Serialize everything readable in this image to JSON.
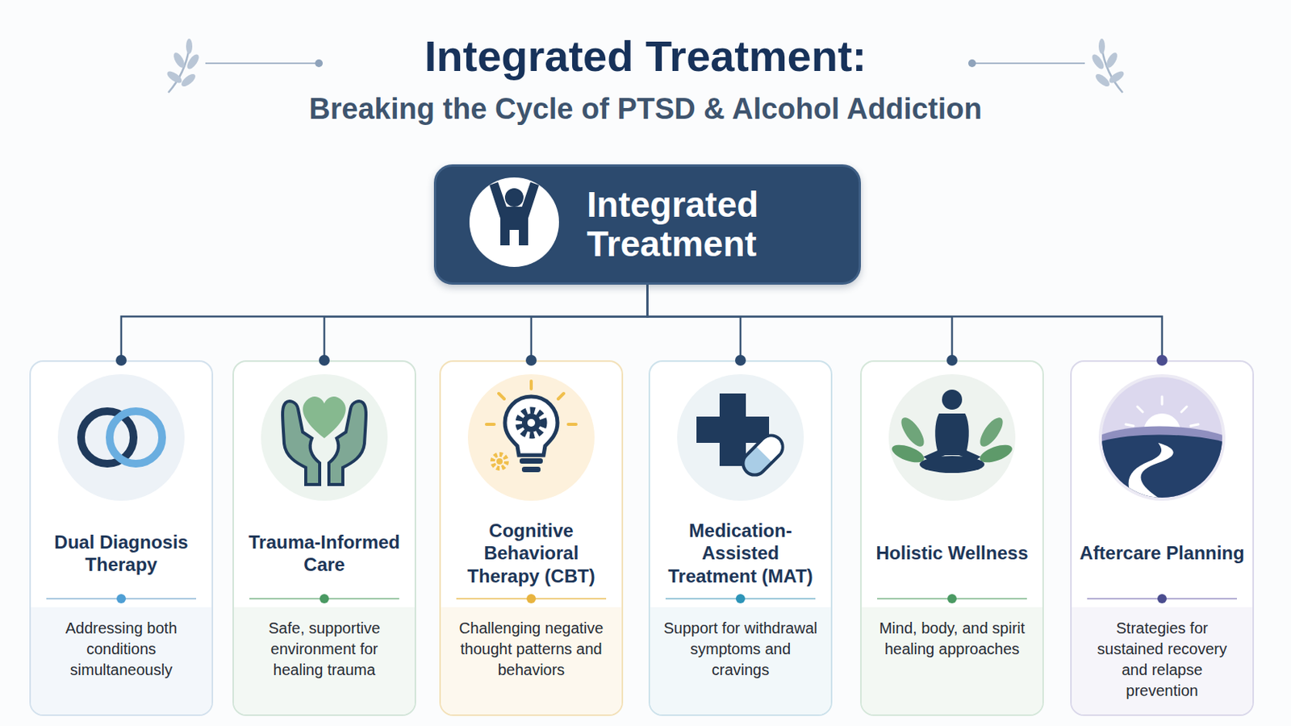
{
  "diagram": {
    "title": "Integrated Treatment:",
    "nodes": [
      {
        "text": [
          "Integrated Treatment"
        ]
      },
      {
        "text": [
          "Dual Diagnosis Therapy",
          "Addressing both conditions simultaneously"
        ]
      },
      {
        "text": [
          "Trauma-Informed Care",
          "Safe, supportive environment for healing trauma"
        ]
      },
      {
        "text": [
          "Cognitive Behavioral Therapy (CBT)",
          "Challenging negative thought patterns and behaviors"
        ]
      },
      {
        "text": [
          "Medication-Assisted Treatment (MAT)",
          "Support for withdrawal symptoms and cravings"
        ]
      },
      {
        "text": [
          "Holistic Wellness",
          "Mind, body, and spirit healing approaches"
        ]
      },
      {
        "text": [
          "Aftercare Planning",
          "Strategies for sustained recovery and relapse prevention"
        ]
      }
    ],
    "edges": [
      {
        "from": 0,
        "to": 1,
        "arrow": "none"
      },
      {
        "from": 0,
        "to": 2,
        "arrow": "none"
      },
      {
        "from": 0,
        "to": 3,
        "arrow": "none"
      },
      {
        "from": 0,
        "to": 4,
        "arrow": "none"
      },
      {
        "from": 0,
        "to": 5,
        "arrow": "none"
      },
      {
        "from": 0,
        "to": 6,
        "arrow": "none"
      }
    ],
    "labels": [
      "Breaking the Cycle of PTSD & Alcohol Addiction"
    ]
  }
}
